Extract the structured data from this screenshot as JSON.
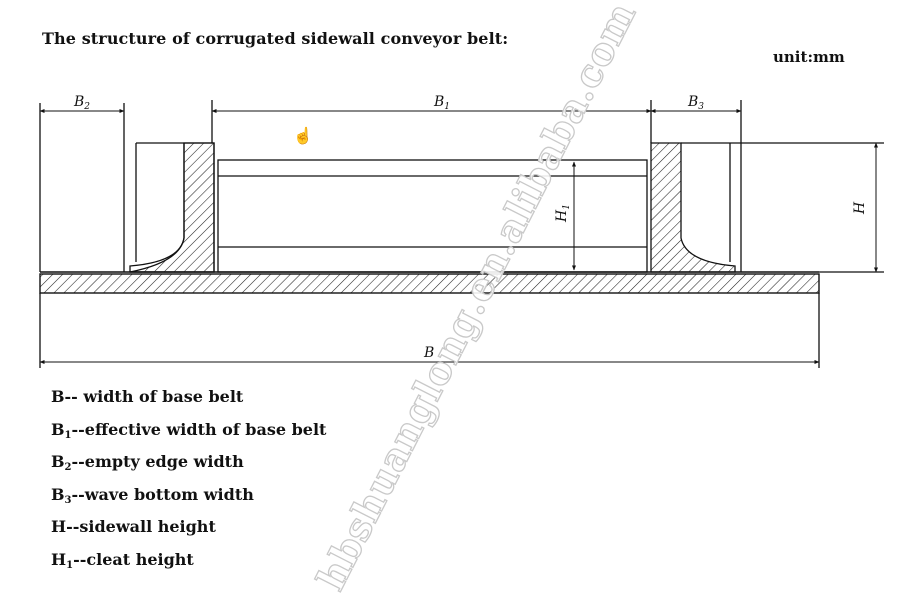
{
  "title": "The structure of corrugated sidewall conveyor belt:",
  "unit": "unit:mm",
  "dimension_labels": {
    "b2": {
      "letter": "B",
      "sub": "2"
    },
    "b1": {
      "letter": "B",
      "sub": "1"
    },
    "b3": {
      "letter": "B",
      "sub": "3"
    },
    "h": {
      "letter": "H",
      "sub": ""
    },
    "h1": {
      "letter": "H",
      "sub": "1"
    },
    "b": {
      "letter": "B",
      "sub": ""
    }
  },
  "legend": [
    {
      "symbol": "B",
      "sub": "",
      "text": "-- width of base belt"
    },
    {
      "symbol": "B",
      "sub": "1",
      "text": "--effective width of base belt"
    },
    {
      "symbol": "B",
      "sub": "2",
      "text": "--empty edge width"
    },
    {
      "symbol": "B",
      "sub": "3",
      "text": "--wave bottom width"
    },
    {
      "symbol": "H",
      "sub": "",
      "text": "--sidewall height"
    },
    {
      "symbol": "H",
      "sub": "1",
      "text": "--cleat height"
    }
  ],
  "watermark": "hbshuanglong.en.alibaba.com",
  "colors": {
    "line": "#111111",
    "hatch": "#222222",
    "watermark_outline": "#c9c9c9"
  },
  "icons": {
    "cursor": "hand-pointer-icon"
  }
}
